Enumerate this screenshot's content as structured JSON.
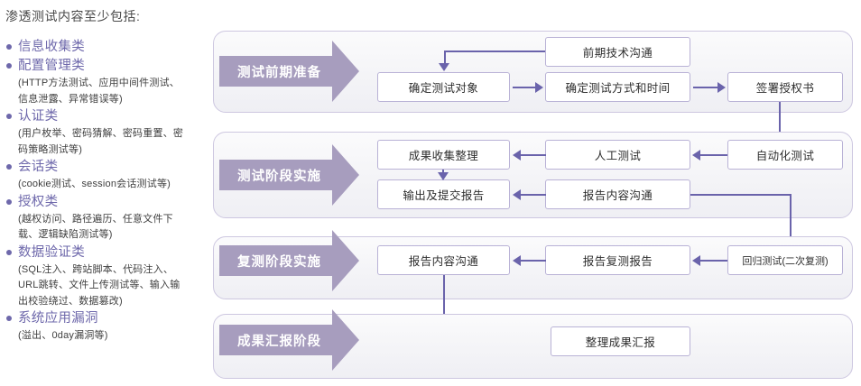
{
  "left_panel": {
    "heading": "渗透测试内容至少包括:",
    "items": [
      {
        "title": "信息收集类",
        "sub": []
      },
      {
        "title": "配置管理类",
        "sub": [
          "(HTTP方法测试、应用中间件测试、",
          "信息泄露、异常错误等)"
        ]
      },
      {
        "title": "认证类",
        "sub": [
          "(用户枚举、密码猜解、密码重置、密",
          "码策略测试等)"
        ]
      },
      {
        "title": "会话类",
        "sub": [
          "(cookie测试、session会话测试等)"
        ]
      },
      {
        "title": "授权类",
        "sub": [
          "(越权访问、路径遍历、任意文件下",
          "载、逻辑缺陷测试等)"
        ]
      },
      {
        "title": "数据验证类",
        "sub": [
          "(SQL注入、跨站脚本、代码注入、",
          "URL跳转、文件上传测试等、输入输",
          "出校验绕过、数据篡改)"
        ]
      },
      {
        "title": "系统应用漏洞",
        "sub": [
          "(溢出、0day漏洞等)"
        ]
      }
    ]
  },
  "flow": {
    "stages": [
      {
        "banner": "测试前期准备",
        "nodes": [
          {
            "id": "pre-tech-comm",
            "label": "前期技术沟通"
          },
          {
            "id": "define-target",
            "label": "确定测试对象"
          },
          {
            "id": "define-method",
            "label": "确定测试方式和时间"
          },
          {
            "id": "sign-auth",
            "label": "签署授权书"
          }
        ]
      },
      {
        "banner": "测试阶段实施",
        "nodes": [
          {
            "id": "collect-result",
            "label": "成果收集整理"
          },
          {
            "id": "manual-test",
            "label": "人工测试"
          },
          {
            "id": "auto-test",
            "label": "自动化测试"
          },
          {
            "id": "output-report",
            "label": "输出及提交报告"
          },
          {
            "id": "report-comm-2",
            "label": "报告内容沟通"
          }
        ]
      },
      {
        "banner": "复测阶段实施",
        "nodes": [
          {
            "id": "report-comm-3",
            "label": "报告内容沟通"
          },
          {
            "id": "retest-report",
            "label": "报告复测报告"
          },
          {
            "id": "regression",
            "label": "回归测试(二次复测)"
          }
        ]
      },
      {
        "banner": "成果汇报阶段",
        "nodes": [
          {
            "id": "summary-report",
            "label": "整理成果汇报"
          }
        ]
      }
    ]
  },
  "colors": {
    "banner": "#a79dbe",
    "accent": "#6a63ab",
    "node_border": "#b9b2d6",
    "band_border": "#cdc7e0",
    "bullet_title": "#6e68ab",
    "heading": "#4a4a4a"
  }
}
